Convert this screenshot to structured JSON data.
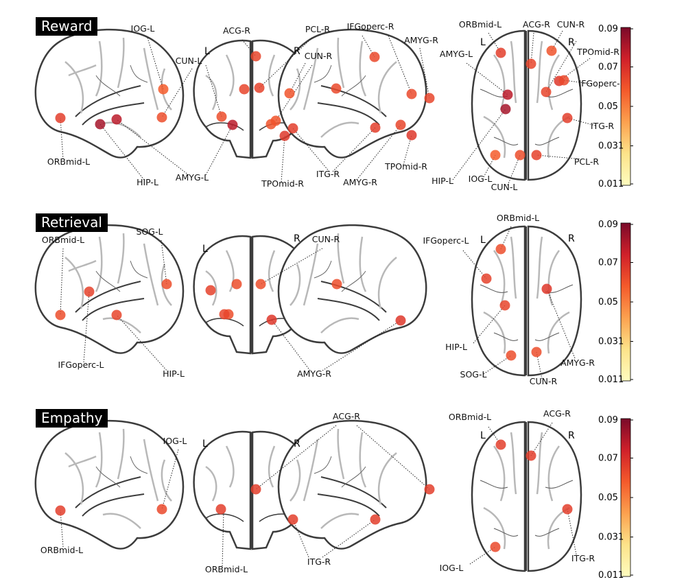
{
  "colorbar": {
    "ticks": [
      "0.09",
      "0.07",
      "0.05",
      "0.031",
      "0.011"
    ],
    "gradient": [
      "#fffcbf",
      "#fde38a",
      "#fca14f",
      "#f45a2b",
      "#d0202a",
      "#7a0a2a"
    ]
  },
  "hemisphere_labels": {
    "left": "L",
    "right": "R"
  },
  "panels": [
    {
      "title": "Reward",
      "regions": [
        {
          "label": "IOG-L",
          "value": 0.058
        },
        {
          "label": "CUN-L",
          "value": 0.062
        },
        {
          "label": "ORBmid-L",
          "value": 0.066
        },
        {
          "label": "HIP-L",
          "value": 0.082
        },
        {
          "label": "AMYG-L",
          "value": 0.078
        },
        {
          "label": "ACG-R",
          "value": 0.064
        },
        {
          "label": "PCL-R",
          "value": 0.065
        },
        {
          "label": "CUN-R",
          "value": 0.06
        },
        {
          "label": "TPOmid-R",
          "value": 0.068
        },
        {
          "label": "ITG-R",
          "value": 0.066
        },
        {
          "label": "IFGoperc-R",
          "value": 0.063
        },
        {
          "label": "AMYG-R",
          "value": 0.064
        }
      ]
    },
    {
      "title": "Retrieval",
      "regions": [
        {
          "label": "ORBmid-L",
          "value": 0.062
        },
        {
          "label": "IFGoperc-L",
          "value": 0.065
        },
        {
          "label": "SOG-L",
          "value": 0.062
        },
        {
          "label": "HIP-L",
          "value": 0.064
        },
        {
          "label": "CUN-R",
          "value": 0.062
        },
        {
          "label": "AMYG-R",
          "value": 0.068
        }
      ]
    },
    {
      "title": "Empathy",
      "regions": [
        {
          "label": "ORBmid-L",
          "value": 0.066
        },
        {
          "label": "IOG-L",
          "value": 0.063
        },
        {
          "label": "ACG-R",
          "value": 0.066
        },
        {
          "label": "ITG-R",
          "value": 0.066
        }
      ]
    }
  ]
}
